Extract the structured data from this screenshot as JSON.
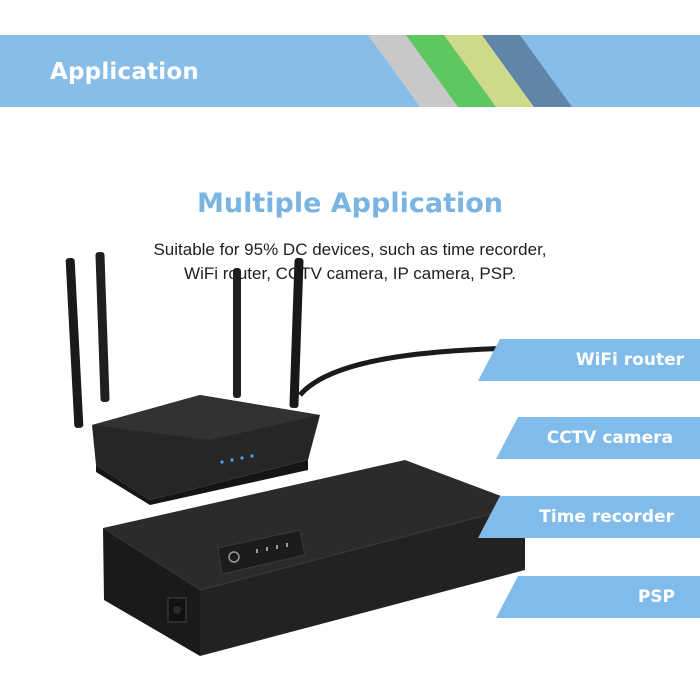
{
  "banner": {
    "title": "Application",
    "colors": {
      "blue": "#88bde8",
      "gray": "#c8c8c8",
      "green": "#5ec760",
      "yellow": "#cfd98a",
      "slate": "#5f86a8"
    }
  },
  "headline": "Multiple Application",
  "description": {
    "line1": "Suitable for 95% DC devices, such as time recorder,",
    "line2": "WiFi router, CCTV camera, IP camera, PSP."
  },
  "tags": [
    {
      "label": "WiFi router"
    },
    {
      "label": "CCTV camera"
    },
    {
      "label": "Time recorder"
    },
    {
      "label": "PSP"
    }
  ],
  "tag_color": "#80bbea",
  "product": {
    "router": "wifi-router-image",
    "ups": "mini-ups-image"
  }
}
